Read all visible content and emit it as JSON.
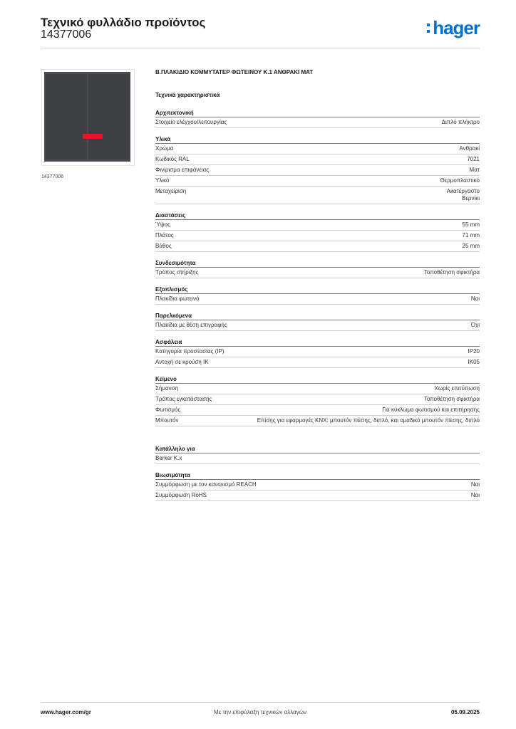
{
  "header": {
    "title": "Τεχνικό φυλλάδιο προϊόντος",
    "code": "14377006",
    "logo": "hager"
  },
  "product": {
    "image_code": "14377006",
    "name": "Β.ΠΛΑΚΙΔΙΟ ΚΟΜΜΥΤΑΤΕΡ ΦΩΤΕΙΝΟΥ Κ.1 ΑΝΘΡΑΚΙ ΜΑΤ",
    "spec_title": "Τεχνικά χαρακτηριστικά"
  },
  "colors": {
    "logo": "#0072ce",
    "plate": "#4a4c4f",
    "led": "#e6152b"
  },
  "sections": [
    {
      "title": "Αρχιτεκτονική",
      "rows": [
        {
          "k": "Στοιχείο ελέγχου/λειτουργίας",
          "v": "Διπλό πλήκτρο"
        }
      ]
    },
    {
      "title": "Υλικά",
      "rows": [
        {
          "k": "Χρώμα",
          "v": "Ανθρακί"
        },
        {
          "k": "Κωδικός RAL",
          "v": "7021"
        },
        {
          "k": "Φινίρισμα επιφάνειας",
          "v": "Ματ"
        },
        {
          "k": "Υλικό",
          "v": "Θερμοπλαστικό"
        },
        {
          "k": "Μεταχείριση",
          "v": "Ακατέργαστο\nΒερνίκι"
        }
      ]
    },
    {
      "title": "Διαστάσεις",
      "rows": [
        {
          "k": "Ύψος",
          "v": "55 mm"
        },
        {
          "k": "Πλάτος",
          "v": "71 mm"
        },
        {
          "k": "Βάθος",
          "v": "25 mm"
        }
      ]
    },
    {
      "title": "Συνδεσιμότητα",
      "rows": [
        {
          "k": "Τρόπος στήριξης",
          "v": "Τοποθέτηση σφικτήρα"
        }
      ]
    },
    {
      "title": "Εξοπλισμός",
      "rows": [
        {
          "k": "Πλακίδια φωτεινά",
          "v": "Ναι"
        }
      ]
    },
    {
      "title": "Παρελκόμενα",
      "rows": [
        {
          "k": "Πλακίδια με θέση επιγραφής",
          "v": "Όχι"
        }
      ]
    },
    {
      "title": "Ασφάλεια",
      "rows": [
        {
          "k": "Κατηγορία προστασίας (IP)",
          "v": "IP20"
        },
        {
          "k": "Αντοχή σε κρούση IK",
          "v": "IK05"
        }
      ]
    },
    {
      "title": "Κείμενο",
      "rows": [
        {
          "k": "Σήμανση",
          "v": "Χωρίς επιτύπωση"
        },
        {
          "k": "Τρόπος εγκατάστασης",
          "v": "Τοποθέτηση σφικτήρα"
        },
        {
          "k": "Φωτισμός",
          "v": "Για κύκλωμα φωτισμού και επιτήρησης"
        },
        {
          "k": "Μπουτόν",
          "v": "Επίσης για εφαρμογές KNX: μπουτόν πίεσης, διπλό, και ομαδικό μπουτόν πίεσης, διπλό"
        }
      ]
    },
    {
      "title": "Κατάλληλο για",
      "gap": 16,
      "rows": [
        {
          "k": "Berker K.x",
          "v": ""
        }
      ]
    },
    {
      "title": "Βιωσιμότητα",
      "rows": [
        {
          "k": "Συμμόρφωση με τον κανονισμό REACH",
          "v": "Ναι"
        },
        {
          "k": "Συμμόρφωση RoHS",
          "v": "Ναι"
        }
      ]
    }
  ],
  "footer": {
    "website": "www.hager.com/gr",
    "note": "Με την επιφύλαξη τεχνικών αλλαγών",
    "date": "05.09.2025"
  }
}
